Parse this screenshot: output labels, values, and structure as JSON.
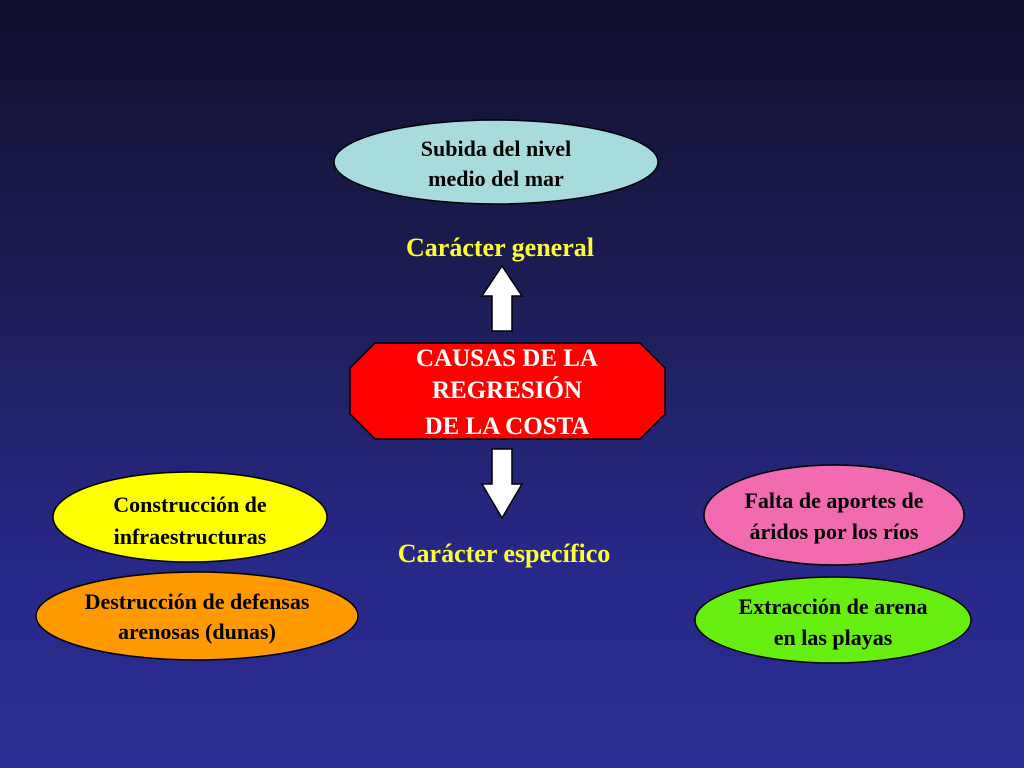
{
  "colors": {
    "background_top": "#0f0f2e",
    "background_bottom": "#2c2c92",
    "label_color": "#ffff33",
    "outline": "#000000"
  },
  "center": {
    "lines": [
      "CAUSAS DE LA",
      "REGRESIÓN",
      "DE LA COSTA"
    ],
    "fill": "#ff0000",
    "text_color": "#ffffff"
  },
  "labels": {
    "general": "Carácter general",
    "specific": "Carácter específico"
  },
  "nodes": {
    "sea_level": {
      "lines": [
        "Subida del nivel",
        "medio del mar"
      ],
      "fill": "#a8dcdc"
    },
    "infrastructure": {
      "lines": [
        "Construcción de",
        "infraestructuras"
      ],
      "fill": "#ffff00"
    },
    "dunes": {
      "lines": [
        "Destrucción de defensas",
        "arenosas (dunas)"
      ],
      "fill": "#ff9900"
    },
    "rivers": {
      "lines": [
        "Falta de aportes de",
        "áridos por los ríos"
      ],
      "fill": "#f26ab0"
    },
    "sand_extraction": {
      "lines": [
        "Extracción de arena",
        "en las playas"
      ],
      "fill": "#66ee11"
    }
  },
  "arrows": {
    "up": "arrow-up-icon",
    "down": "arrow-down-icon",
    "fill": "#ffffff"
  }
}
